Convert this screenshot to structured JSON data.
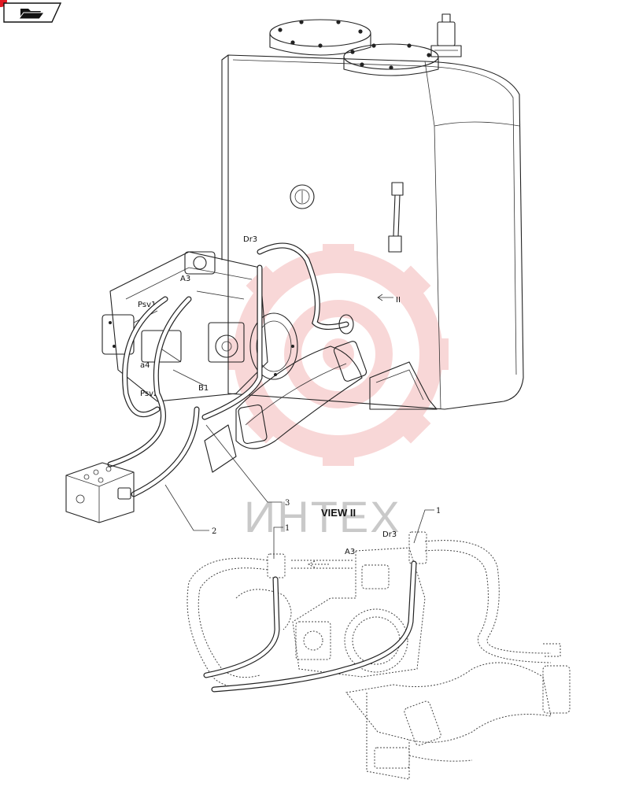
{
  "colors": {
    "badge": "#e01b24",
    "watermark_gear": "#f4b7b7",
    "watermark_text": "#c9c9c9",
    "line": "#222222"
  },
  "watermark": {
    "text": "ИНТЕХ"
  },
  "view_title": "VIEW II",
  "view_marker": "II",
  "port_labels": {
    "dr3_main": "Dr3",
    "a3_main": "A3",
    "psv1": "Psv1",
    "a4": "a4",
    "psv2": "Psv2",
    "b1": "B1",
    "dr3_detail": "Dr3",
    "a3_detail": "A3"
  },
  "callouts": {
    "c1_left": "1",
    "c1_right": "1",
    "c2": "2",
    "c3": "3"
  },
  "icons": {
    "nav": "folder-tab-icon",
    "badge": "notification-badge-icon"
  }
}
